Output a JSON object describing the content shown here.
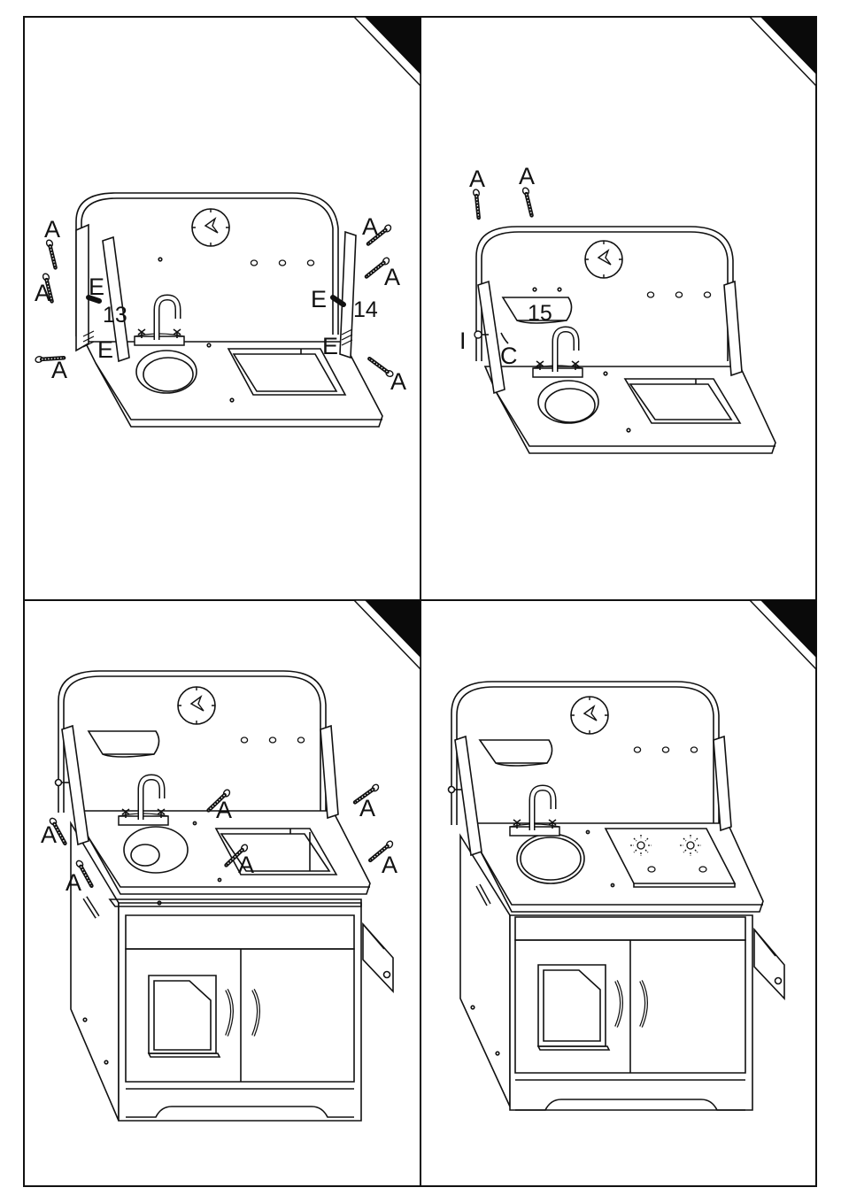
{
  "panels": [
    {
      "callouts": {
        "a1": "A",
        "a2": "A",
        "a3": "A",
        "a4": "A",
        "a5": "A",
        "a6": "A",
        "e1": "E",
        "e2": "E",
        "e3": "E",
        "e4": "E",
        "n1": "13",
        "n2": "14"
      }
    },
    {
      "callouts": {
        "a1": "A",
        "a2": "A",
        "i1": "I",
        "c1": "C",
        "n1": "15"
      }
    },
    {
      "callouts": {
        "a1": "A",
        "a2": "A",
        "a3": "A",
        "a4": "A",
        "a5": "A",
        "a6": "A"
      }
    },
    {
      "callouts": {}
    }
  ],
  "colors": {
    "line": "#111111",
    "corner": "#0a0a0a",
    "paper": "#ffffff"
  }
}
